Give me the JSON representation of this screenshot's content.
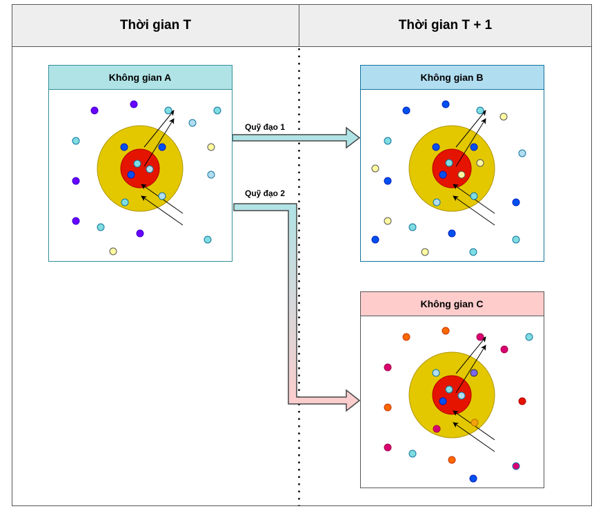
{
  "columns": [
    {
      "title": "Thời gian T"
    },
    {
      "title": "Thời gian T + 1"
    }
  ],
  "trajectories": [
    {
      "label": "Quỹ đạo 1",
      "from": "Không gian A",
      "to": "Không gian B"
    },
    {
      "label": "Quỹ đạo 2",
      "from": "Không gian A",
      "to": "Không gian C"
    }
  ],
  "spaces": [
    {
      "id": "A",
      "title": "Không gian A",
      "header_color": "#b0e3e6",
      "border_color": "#2f8f96",
      "inner_points": [
        {
          "color": "#0050ef",
          "stroke": "#001dbc"
        },
        {
          "color": "#0050ef",
          "stroke": "#001dbc"
        },
        {
          "color": "#7fdce0",
          "stroke": "#10739e"
        },
        {
          "color": "#b1ddf0",
          "stroke": "#10739e"
        },
        {
          "color": "#0050ef",
          "stroke": "#001dbc"
        },
        {
          "color": "#7fdce0",
          "stroke": "#10739e"
        },
        {
          "color": "#b1ddf0",
          "stroke": "#10739e"
        }
      ],
      "outer_points": [
        {
          "color": "#6a00ff",
          "stroke": "#3700cc"
        },
        {
          "color": "#6a00ff",
          "stroke": "#3700cc"
        },
        {
          "color": "#7fdce0",
          "stroke": "#10739e"
        },
        {
          "color": "#7fdce0",
          "stroke": "#10739e"
        },
        {
          "color": "#b1ddf0",
          "stroke": "#10739e"
        },
        {
          "color": "#7fdce0",
          "stroke": "#10739e"
        },
        {
          "color": "#fff9a0",
          "stroke": "#555555"
        },
        {
          "color": "#6a00ff",
          "stroke": "#3700cc"
        },
        {
          "color": "#b1ddf0",
          "stroke": "#10739e"
        },
        {
          "color": "#6a00ff",
          "stroke": "#3700cc"
        },
        {
          "color": "#7fdce0",
          "stroke": "#10739e"
        },
        {
          "color": "#6a00ff",
          "stroke": "#3700cc"
        },
        {
          "color": "#7fdce0",
          "stroke": "#10739e"
        },
        {
          "color": "#fff9a0",
          "stroke": "#555555"
        }
      ]
    },
    {
      "id": "B",
      "title": "Không gian B",
      "header_color": "#b1ddf0",
      "border_color": "#10739e",
      "inner_points": [
        {
          "color": "#0050ef",
          "stroke": "#001dbc"
        },
        {
          "color": "#0050ef",
          "stroke": "#001dbc"
        },
        {
          "color": "#7fdce0",
          "stroke": "#10739e"
        },
        {
          "color": "#fff9a0",
          "stroke": "#555555"
        },
        {
          "color": "#0050ef",
          "stroke": "#001dbc"
        },
        {
          "color": "#fff9a0",
          "stroke": "#555555"
        },
        {
          "color": "#7fdce0",
          "stroke": "#10739e"
        },
        {
          "color": "#b1ddf0",
          "stroke": "#10739e"
        }
      ],
      "outer_points": [
        {
          "color": "#0050ef",
          "stroke": "#001dbc"
        },
        {
          "color": "#0050ef",
          "stroke": "#001dbc"
        },
        {
          "color": "#7fdce0",
          "stroke": "#10739e"
        },
        {
          "color": "#fff9a0",
          "stroke": "#555555"
        },
        {
          "color": "#7fdce0",
          "stroke": "#10739e"
        },
        {
          "color": "#b1ddf0",
          "stroke": "#10739e"
        },
        {
          "color": "#fff9a0",
          "stroke": "#555555"
        },
        {
          "color": "#0050ef",
          "stroke": "#001dbc"
        },
        {
          "color": "#0050ef",
          "stroke": "#001dbc"
        },
        {
          "color": "#fff9a0",
          "stroke": "#555555"
        },
        {
          "color": "#7fdce0",
          "stroke": "#10739e"
        },
        {
          "color": "#0050ef",
          "stroke": "#001dbc"
        },
        {
          "color": "#0050ef",
          "stroke": "#001dbc"
        },
        {
          "color": "#fff9a0",
          "stroke": "#555555"
        },
        {
          "color": "#7fdce0",
          "stroke": "#10739e"
        },
        {
          "color": "#7fdce0",
          "stroke": "#10739e"
        }
      ]
    },
    {
      "id": "C",
      "title": "Không gian C",
      "header_color": "#ffcccc",
      "border_color": "#555555",
      "inner_points": [
        {
          "color": "#b1ddf0",
          "stroke": "#10739e"
        },
        {
          "color": "#7b68ee",
          "stroke": "#333333"
        },
        {
          "color": "#7fdce0",
          "stroke": "#10739e"
        },
        {
          "color": "#b1ddf0",
          "stroke": "#10739e"
        },
        {
          "color": "#0050ef",
          "stroke": "#001dbc"
        },
        {
          "color": "#f0a30a",
          "stroke": "#bd7000"
        },
        {
          "color": "#d80073",
          "stroke": "#a50040"
        }
      ],
      "outer_points": [
        {
          "color": "#fa6800",
          "stroke": "#c73500"
        },
        {
          "color": "#fa6800",
          "stroke": "#c73500"
        },
        {
          "color": "#d80073",
          "stroke": "#a50040"
        },
        {
          "color": "#7fdce0",
          "stroke": "#10739e"
        },
        {
          "color": "#d80073",
          "stroke": "#a50040"
        },
        {
          "color": "#d80073",
          "stroke": "#a50040"
        },
        {
          "color": "#fa6800",
          "stroke": "#c73500"
        },
        {
          "color": "#e51400",
          "stroke": "#b20000"
        },
        {
          "color": "#d80073",
          "stroke": "#a50040"
        },
        {
          "color": "#7fdce0",
          "stroke": "#10739e"
        },
        {
          "color": "#fa6800",
          "stroke": "#c73500"
        },
        {
          "color": "#d80073",
          "stroke": "#10739e"
        },
        {
          "color": "#0050ef",
          "stroke": "#001dbc"
        }
      ]
    }
  ],
  "colors": {
    "outer_ring": "#e3c800",
    "outer_ring_stroke": "#b09500",
    "core": "#e51400",
    "core_stroke": "#b20000",
    "arrow_blue": "#b0e3e6",
    "arrow_pink": "#ffcccc",
    "header_bg": "#eeeeee"
  }
}
